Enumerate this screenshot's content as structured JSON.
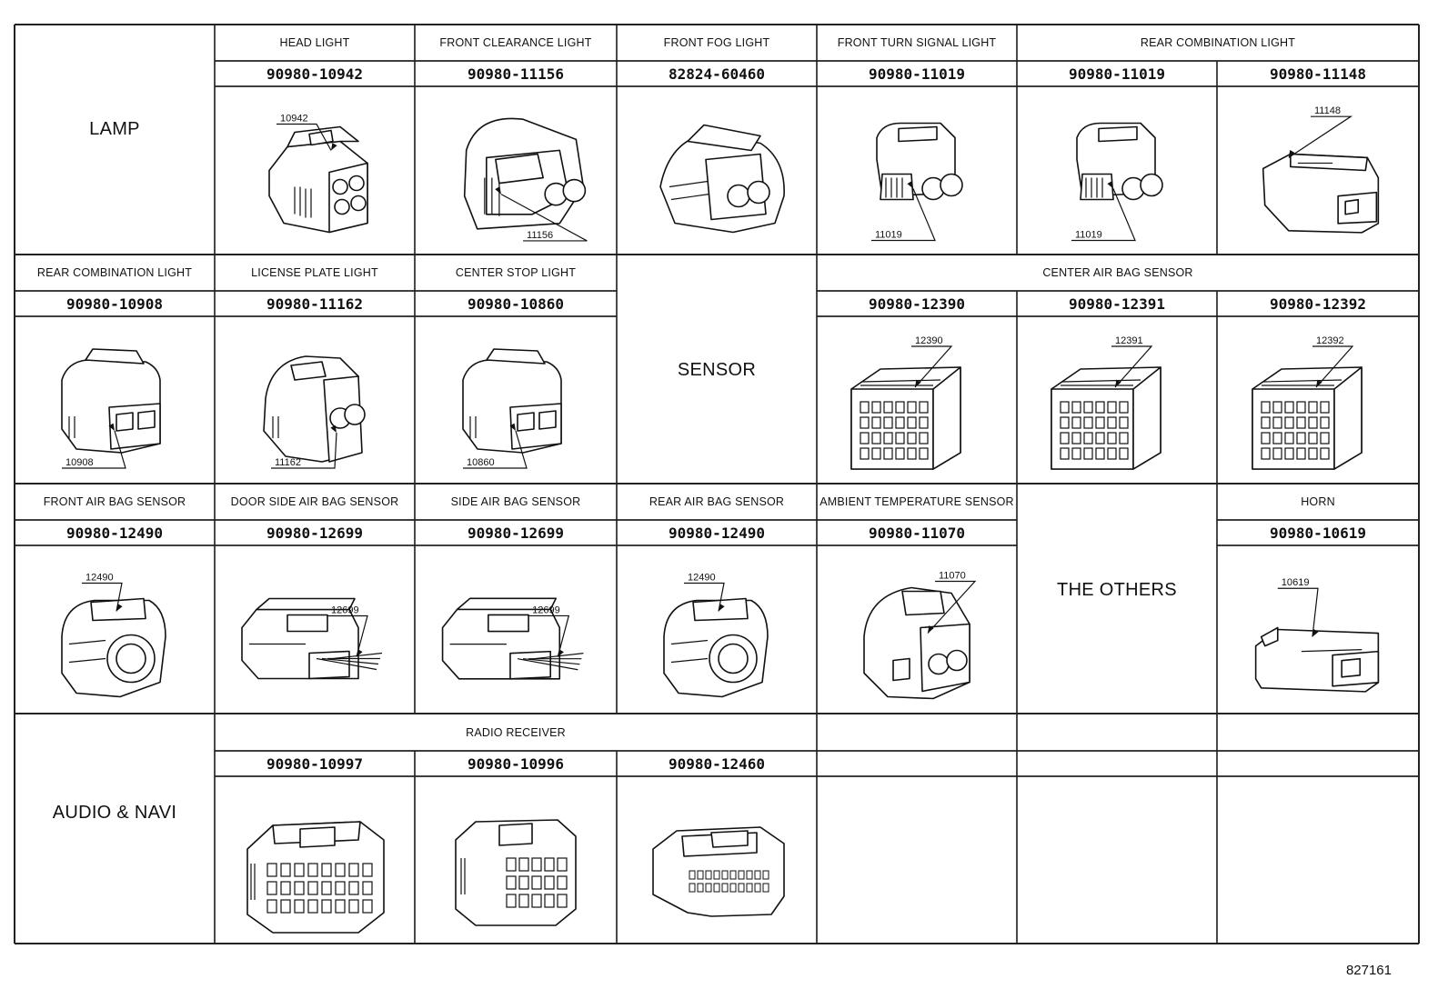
{
  "categories": {
    "lamp": "LAMP",
    "sensor": "SENSOR",
    "others": "THE OTHERS",
    "audio": "AUDIO & NAVI"
  },
  "headers": {
    "head_light": "HEAD LIGHT",
    "front_clearance": "FRONT CLEARANCE LIGHT",
    "front_fog": "FRONT FOG LIGHT",
    "front_turn": "FRONT TURN SIGNAL LIGHT",
    "rear_combo_top": "REAR COMBINATION LIGHT",
    "rear_combo": "REAR COMBINATION LIGHT",
    "license_plate": "LICENSE PLATE LIGHT",
    "center_stop": "CENTER STOP LIGHT",
    "center_airbag": "CENTER  AIR BAG SENSOR",
    "front_airbag": "FRONT AIR BAG SENSOR",
    "door_side_airbag": "DOOR SIDE AIR BAG SENSOR",
    "side_airbag": "SIDE AIR BAG SENSOR",
    "rear_airbag": "REAR AIR BAG SENSOR",
    "ambient_temp": "AMBIENT TEMPERATURE SENSOR",
    "horn": "HORN",
    "radio_receiver": "RADIO RECEIVER"
  },
  "parts": {
    "p_head": "90980-10942",
    "p_clear": "90980-11156",
    "p_fog": "82824-60460",
    "p_turn": "90980-11019",
    "p_rc1": "90980-11019",
    "p_rc2": "90980-11148",
    "p_rc3": "90980-10908",
    "p_lic": "90980-11162",
    "p_cstop": "90980-10860",
    "p_cab1": "90980-12390",
    "p_cab2": "90980-12391",
    "p_cab3": "90980-12392",
    "p_fab": "90980-12490",
    "p_dsab": "90980-12699",
    "p_sab": "90980-12699",
    "p_rab": "90980-12490",
    "p_amb": "90980-11070",
    "p_horn": "90980-10619",
    "p_rad1": "90980-10997",
    "p_rad2": "90980-10996",
    "p_rad3": "90980-12460"
  },
  "callouts": {
    "i_head": "10942",
    "i_clear": "11156",
    "i_turn": "11019",
    "i_rc1": "11019",
    "i_rc2": "11148",
    "i_rc3": "10908",
    "i_lic": "11162",
    "i_cstop": "10860",
    "i_cab1": "12390",
    "i_cab2": "12391",
    "i_cab3": "12392",
    "i_fab": "12490",
    "i_dsab": "12699",
    "i_sab": "12699",
    "i_rab": "12490",
    "i_amb": "11070",
    "i_horn": "10619"
  },
  "diagram_id": "827161"
}
